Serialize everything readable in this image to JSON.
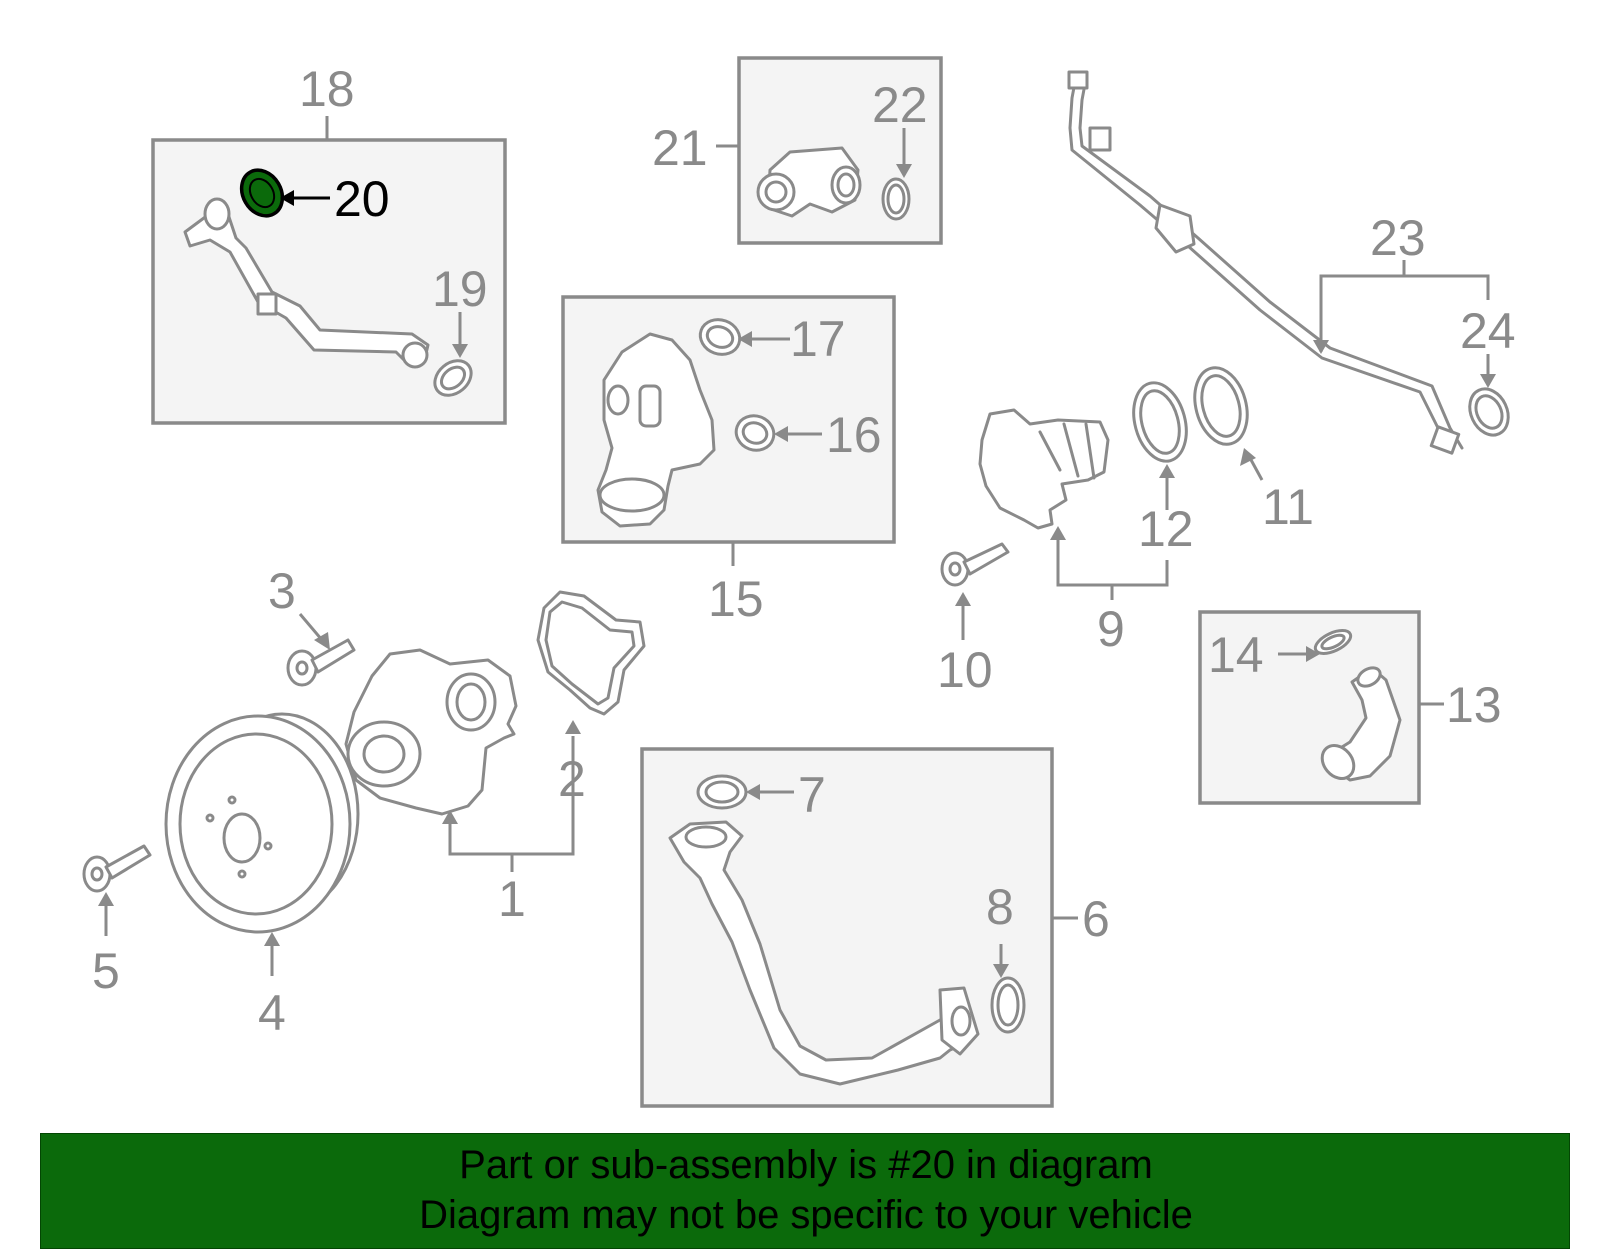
{
  "callouts": {
    "n1": "1",
    "n2": "2",
    "n3": "3",
    "n4": "4",
    "n5": "5",
    "n6": "6",
    "n7": "7",
    "n8": "8",
    "n9": "9",
    "n10": "10",
    "n11": "11",
    "n12": "12",
    "n13": "13",
    "n14": "14",
    "n15": "15",
    "n16": "16",
    "n17": "17",
    "n18": "18",
    "n19": "19",
    "n20": "20",
    "n21": "21",
    "n22": "22",
    "n23": "23",
    "n24": "24"
  },
  "highlight": {
    "part_number": "20",
    "color": "#0b6a0b"
  },
  "banner": {
    "line1": "Part or sub-assembly is #20 in diagram",
    "line2": "Diagram may not be specific to your vehicle",
    "background": "#0b6a0b"
  }
}
